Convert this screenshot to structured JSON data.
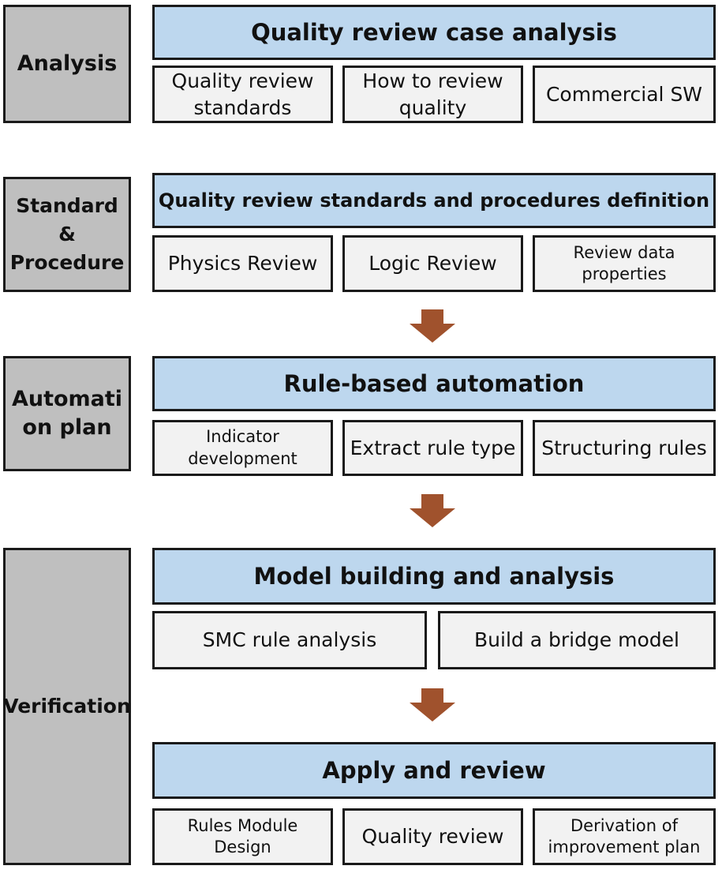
{
  "phases": {
    "analysis": "Analysis",
    "standard_procedure": "Standard\n&\nProcedure",
    "automation_plan": "Automati\non plan",
    "verification": "Verification"
  },
  "analysis": {
    "header": "Quality review case analysis",
    "items": [
      "Quality review\nstandards",
      "How to review\nquality",
      "Commercial SW"
    ]
  },
  "standard_procedure": {
    "header": "Quality review standards and procedures definition",
    "items": [
      "Physics Review",
      "Logic Review",
      "Review data\nproperties"
    ]
  },
  "automation": {
    "header": "Rule-based automation",
    "items": [
      "Indicator\ndevelopment",
      "Extract rule type",
      "Structuring rules"
    ]
  },
  "verification": {
    "model_header": "Model building and analysis",
    "model_items": [
      "SMC rule analysis",
      "Build a bridge model"
    ],
    "apply_header": "Apply and review",
    "apply_items": [
      "Rules Module\nDesign",
      "Quality review",
      "Derivation of\nimprovement plan"
    ]
  },
  "colors": {
    "phase_fill": "#bfbfbf",
    "header_fill": "#bdd7ee",
    "item_fill": "#f2f2f2",
    "arrow": "#a0522d"
  }
}
